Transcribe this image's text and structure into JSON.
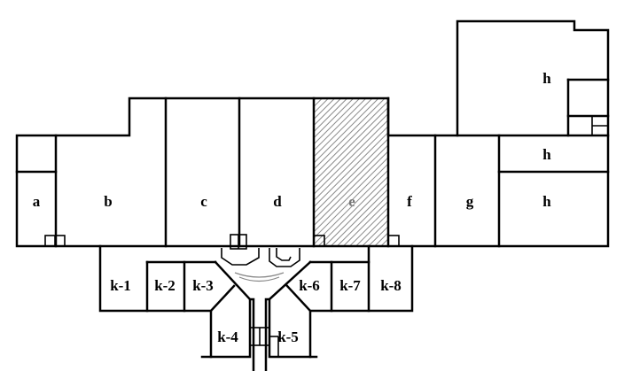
{
  "floor_plan": {
    "highlight_color": "#bdbdbd",
    "rooms": {
      "a": "a",
      "b": "b",
      "c": "c",
      "d": "d",
      "e": "e",
      "f": "f",
      "g": "g",
      "h_top": "h",
      "h_mid": "h",
      "h_low": "h",
      "k1": "k-1",
      "k2": "k-2",
      "k3": "k-3",
      "k4": "k-4",
      "k5": "k-5",
      "k6": "k-6",
      "k7": "k-7",
      "k8": "k-8"
    }
  }
}
